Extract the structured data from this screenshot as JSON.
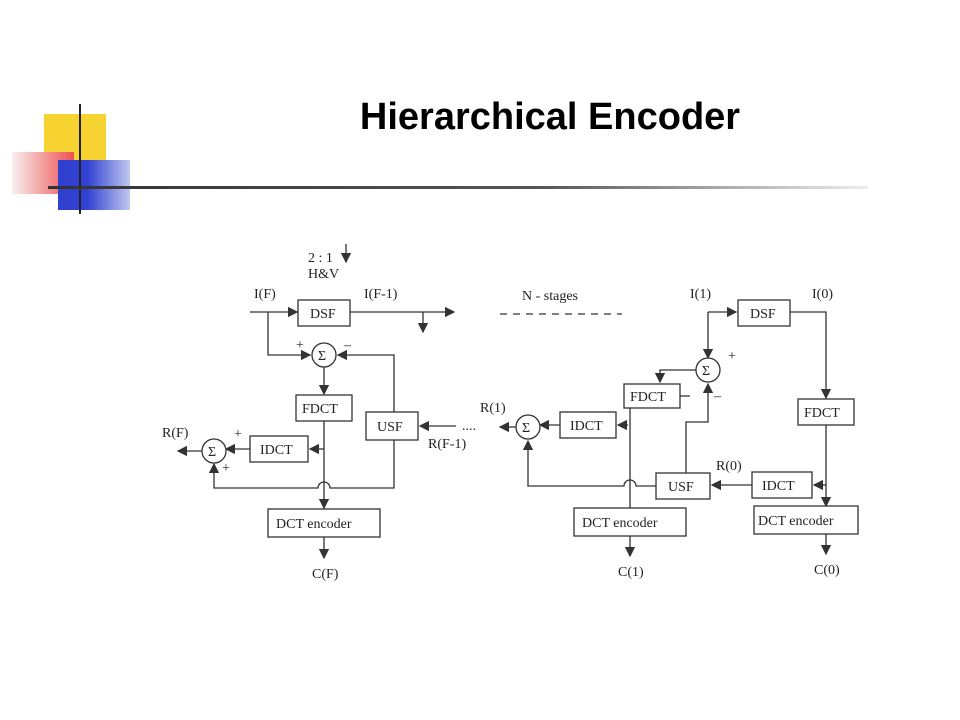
{
  "slide": {
    "title": "Hierarchical Encoder"
  },
  "colors": {
    "yellow": "#f6d330",
    "red": "#f05050",
    "blue": "#3040d0"
  },
  "diagram": {
    "ratio": "2 : 1",
    "hv": "H&V",
    "n_stages": "N - stages",
    "ellipsis": "....",
    "plus": "+",
    "minus": "–",
    "sigma": "Σ",
    "left": {
      "input": "I(F)",
      "dsf": "DSF",
      "dsf_out": "I(F-1)",
      "fdct": "FDCT",
      "idct": "IDCT",
      "usf": "USF",
      "dct_encoder": "DCT encoder",
      "output": "C(F)",
      "residual_out": "R(F)",
      "residual_in": "R(F-1)"
    },
    "right": {
      "input1": "I(1)",
      "input0": "I(0)",
      "dsf": "DSF",
      "fdct1": "FDCT",
      "idct1": "IDCT",
      "usf": "USF",
      "idct0": "IDCT",
      "fdct0": "FDCT",
      "dct_encoder1": "DCT encoder",
      "dct_encoder0": "DCT encoder",
      "output1": "C(1)",
      "output0": "C(0)",
      "r1": "R(1)",
      "r0": "R(0)"
    }
  }
}
